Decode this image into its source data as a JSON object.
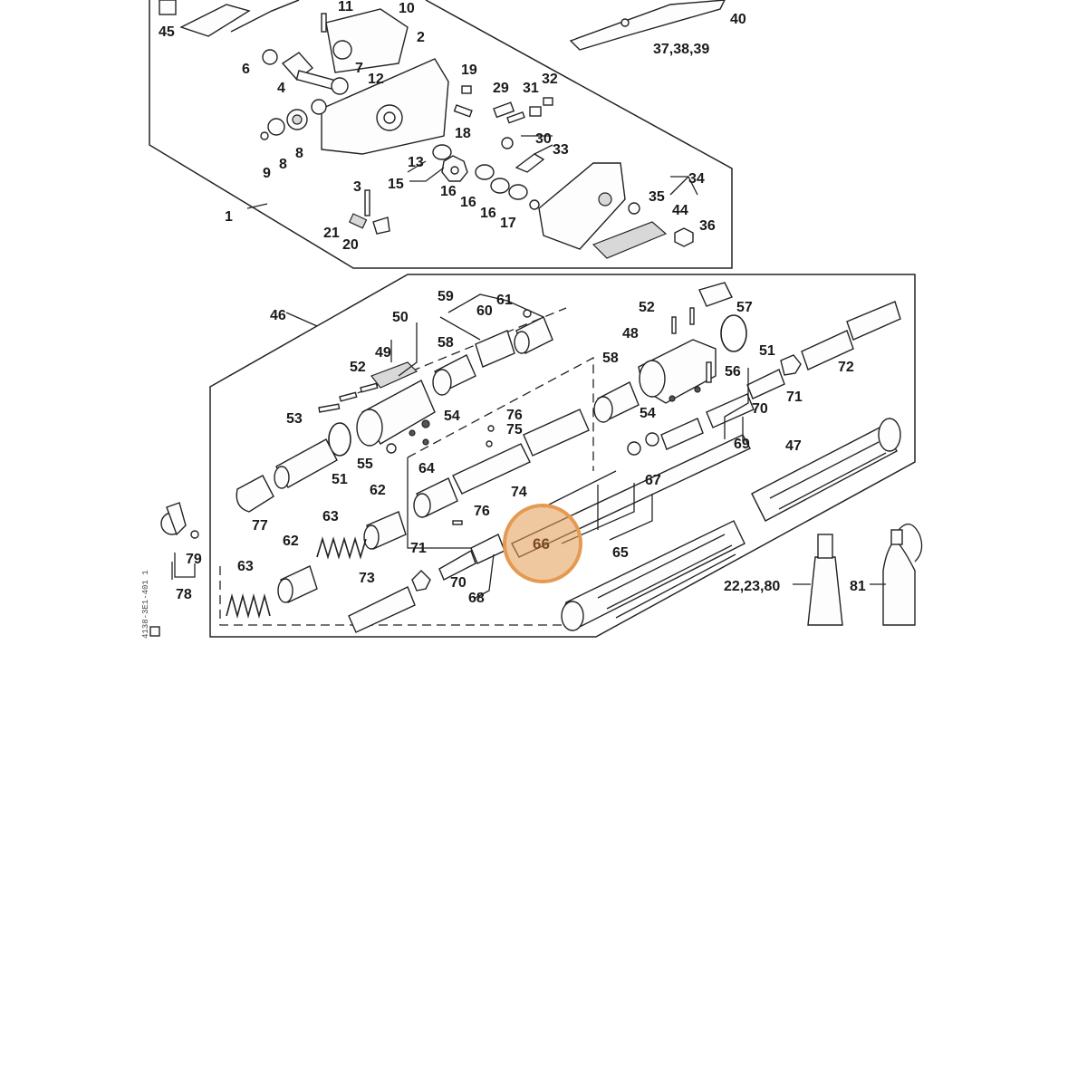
{
  "diagram": {
    "highlight": {
      "label": "66",
      "color": "#e49a52"
    },
    "side_code": "4138-3E1-401 1",
    "callouts": [
      {
        "id": "c45",
        "text": "45"
      },
      {
        "id": "c11",
        "text": "11"
      },
      {
        "id": "c10",
        "text": "10"
      },
      {
        "id": "c2",
        "text": "2"
      },
      {
        "id": "c6",
        "text": "6"
      },
      {
        "id": "c7",
        "text": "7"
      },
      {
        "id": "c4",
        "text": "4"
      },
      {
        "id": "c12",
        "text": "12"
      },
      {
        "id": "c19",
        "text": "19"
      },
      {
        "id": "c29",
        "text": "29"
      },
      {
        "id": "c31",
        "text": "31"
      },
      {
        "id": "c32",
        "text": "32"
      },
      {
        "id": "c18",
        "text": "18"
      },
      {
        "id": "c30",
        "text": "30"
      },
      {
        "id": "c33",
        "text": "33"
      },
      {
        "id": "c9",
        "text": "9"
      },
      {
        "id": "c8a",
        "text": "8"
      },
      {
        "id": "c8b",
        "text": "8"
      },
      {
        "id": "c13",
        "text": "13"
      },
      {
        "id": "c15",
        "text": "15"
      },
      {
        "id": "c16a",
        "text": "16"
      },
      {
        "id": "c16b",
        "text": "16"
      },
      {
        "id": "c16c",
        "text": "16"
      },
      {
        "id": "c17",
        "text": "17"
      },
      {
        "id": "c34",
        "text": "34"
      },
      {
        "id": "c35",
        "text": "35"
      },
      {
        "id": "c44",
        "text": "44"
      },
      {
        "id": "c36",
        "text": "36"
      },
      {
        "id": "c3",
        "text": "3"
      },
      {
        "id": "c1",
        "text": "1"
      },
      {
        "id": "c21",
        "text": "21"
      },
      {
        "id": "c20",
        "text": "20"
      },
      {
        "id": "c40",
        "text": "40"
      },
      {
        "id": "c37",
        "text": "37,38,39"
      },
      {
        "id": "c46",
        "text": "46"
      },
      {
        "id": "c59",
        "text": "59"
      },
      {
        "id": "c61",
        "text": "61"
      },
      {
        "id": "c60",
        "text": "60"
      },
      {
        "id": "c50",
        "text": "50"
      },
      {
        "id": "c49",
        "text": "49"
      },
      {
        "id": "c58a",
        "text": "58"
      },
      {
        "id": "c52a",
        "text": "52"
      },
      {
        "id": "c53",
        "text": "53"
      },
      {
        "id": "c54a",
        "text": "54"
      },
      {
        "id": "c51a",
        "text": "51"
      },
      {
        "id": "c55",
        "text": "55"
      },
      {
        "id": "c77",
        "text": "77"
      },
      {
        "id": "c76a",
        "text": "76"
      },
      {
        "id": "c75",
        "text": "75"
      },
      {
        "id": "c64",
        "text": "64"
      },
      {
        "id": "c74",
        "text": "74"
      },
      {
        "id": "c62a",
        "text": "62"
      },
      {
        "id": "c63a",
        "text": "63"
      },
      {
        "id": "c62b",
        "text": "62"
      },
      {
        "id": "c63b",
        "text": "63"
      },
      {
        "id": "c76b",
        "text": "76"
      },
      {
        "id": "c79",
        "text": "79"
      },
      {
        "id": "c78",
        "text": "78"
      },
      {
        "id": "c71a",
        "text": "71"
      },
      {
        "id": "c73",
        "text": "73"
      },
      {
        "id": "c70a",
        "text": "70"
      },
      {
        "id": "c68",
        "text": "68"
      },
      {
        "id": "c52b",
        "text": "52"
      },
      {
        "id": "c57",
        "text": "57"
      },
      {
        "id": "c48",
        "text": "48"
      },
      {
        "id": "c51b",
        "text": "51"
      },
      {
        "id": "c72",
        "text": "72"
      },
      {
        "id": "c58b",
        "text": "58"
      },
      {
        "id": "c56",
        "text": "56"
      },
      {
        "id": "c54b",
        "text": "54"
      },
      {
        "id": "c71b",
        "text": "71"
      },
      {
        "id": "c70b",
        "text": "70"
      },
      {
        "id": "c69",
        "text": "69"
      },
      {
        "id": "c47",
        "text": "47"
      },
      {
        "id": "c67",
        "text": "67"
      },
      {
        "id": "c65",
        "text": "65"
      },
      {
        "id": "c22",
        "text": "22,23,80"
      },
      {
        "id": "c81",
        "text": "81"
      }
    ]
  }
}
